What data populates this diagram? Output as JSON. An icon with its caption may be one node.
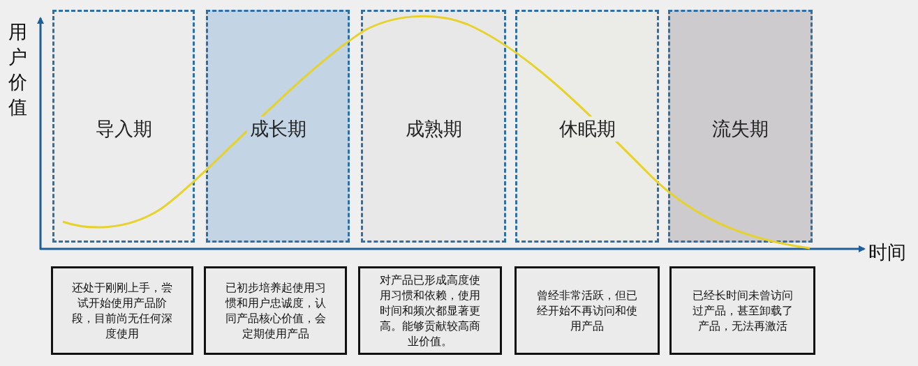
{
  "diagram": {
    "nodes": [
      {
        "text": [
          "导入期"
        ]
      },
      {
        "text": [
          "成长期"
        ]
      },
      {
        "text": [
          "成熟期"
        ]
      },
      {
        "text": [
          "休眠期"
        ]
      },
      {
        "text": [
          "流失期"
        ]
      },
      {
        "text": [
          "还处于刚刚上手，尝试开始使用产品阶段，目前尚无任何深度使用"
        ]
      },
      {
        "text": [
          "已初步培养起使用习惯和用户忠诚度，认同产品核心价值，会定期使用产品"
        ]
      },
      {
        "text": [
          "对产品已形成高度使用习惯和依赖，使用时间和频次都显著更高。能够贡献较高商业价值。"
        ]
      },
      {
        "text": [
          "曾经非常活跃，但已经开始不再访问和使用产品"
        ]
      },
      {
        "text": [
          "已经长时间未曾访问过产品，甚至卸载了产品，无法再激活"
        ]
      }
    ],
    "labels": [
      "用户价值",
      "时间"
    ]
  }
}
